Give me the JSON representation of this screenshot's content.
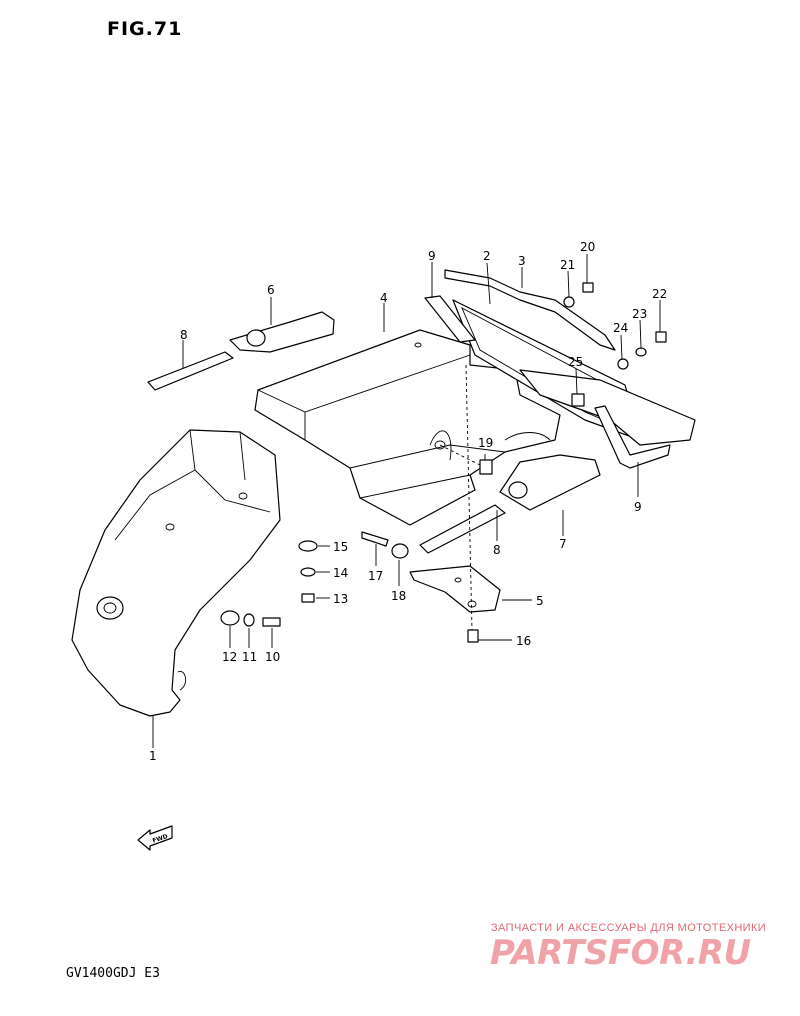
{
  "figure_title": "FIG.71",
  "model_code": "GV1400GDJ E3",
  "fwd_arrow_label": "FWD",
  "watermark": {
    "tagline": "ЗАПЧАСТИ И АКСЕССУАРЫ ДЛЯ МОТОТЕХНИКИ",
    "logo_text": "PARTSFOR.RU",
    "color": "#e8868e"
  },
  "callouts": {
    "c1": "1",
    "c2": "2",
    "c3": "3",
    "c4": "4",
    "c5": "5",
    "c6": "6",
    "c7": "7",
    "c8a": "8",
    "c8b": "8",
    "c9a": "9",
    "c9b": "9",
    "c10": "10",
    "c11": "11",
    "c12": "12",
    "c13": "13",
    "c14": "14",
    "c15": "15",
    "c16": "16",
    "c17": "17",
    "c18": "18",
    "c19": "19",
    "c20": "20",
    "c21": "21",
    "c22": "22",
    "c23": "23",
    "c24": "24",
    "c25": "25"
  }
}
